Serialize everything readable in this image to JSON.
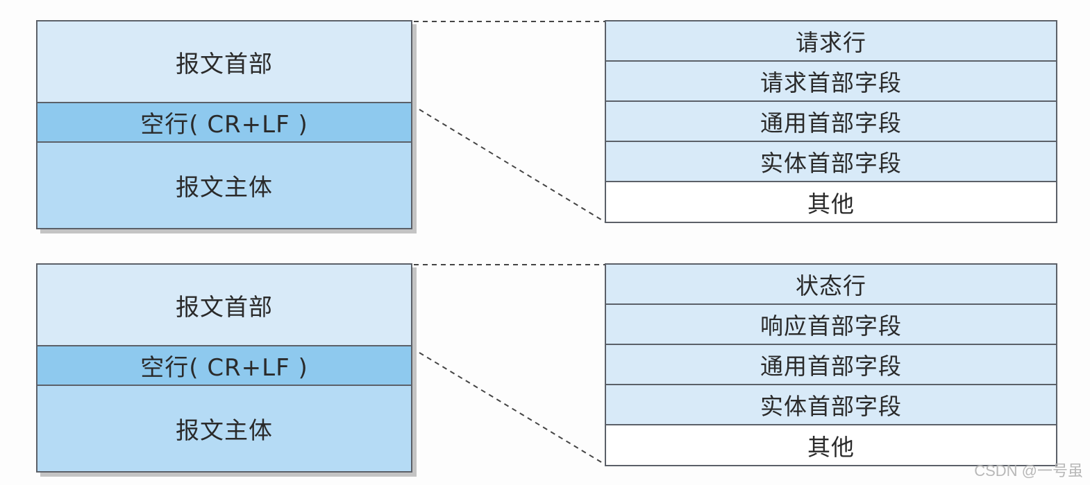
{
  "diagrams": [
    {
      "message": {
        "header": "报文首部",
        "blank_line": "空行( CR+LF )",
        "body": "报文主体"
      },
      "fields": [
        "请求行",
        "请求首部字段",
        "通用首部字段",
        "实体首部字段",
        "其他"
      ]
    },
    {
      "message": {
        "header": "报文首部",
        "blank_line": "空行( CR+LF )",
        "body": "报文主体"
      },
      "fields": [
        "状态行",
        "响应首部字段",
        "通用首部字段",
        "实体首部字段",
        "其他"
      ]
    }
  ],
  "watermark": "CSDN @一号虽",
  "colors": {
    "header_bg": "#d8eaf8",
    "blank_line_bg": "#8ec9ee",
    "body_bg": "#b5dbf5",
    "field_bg": "#d8eaf8",
    "other_bg": "#ffffff",
    "border": "#5b6068"
  }
}
